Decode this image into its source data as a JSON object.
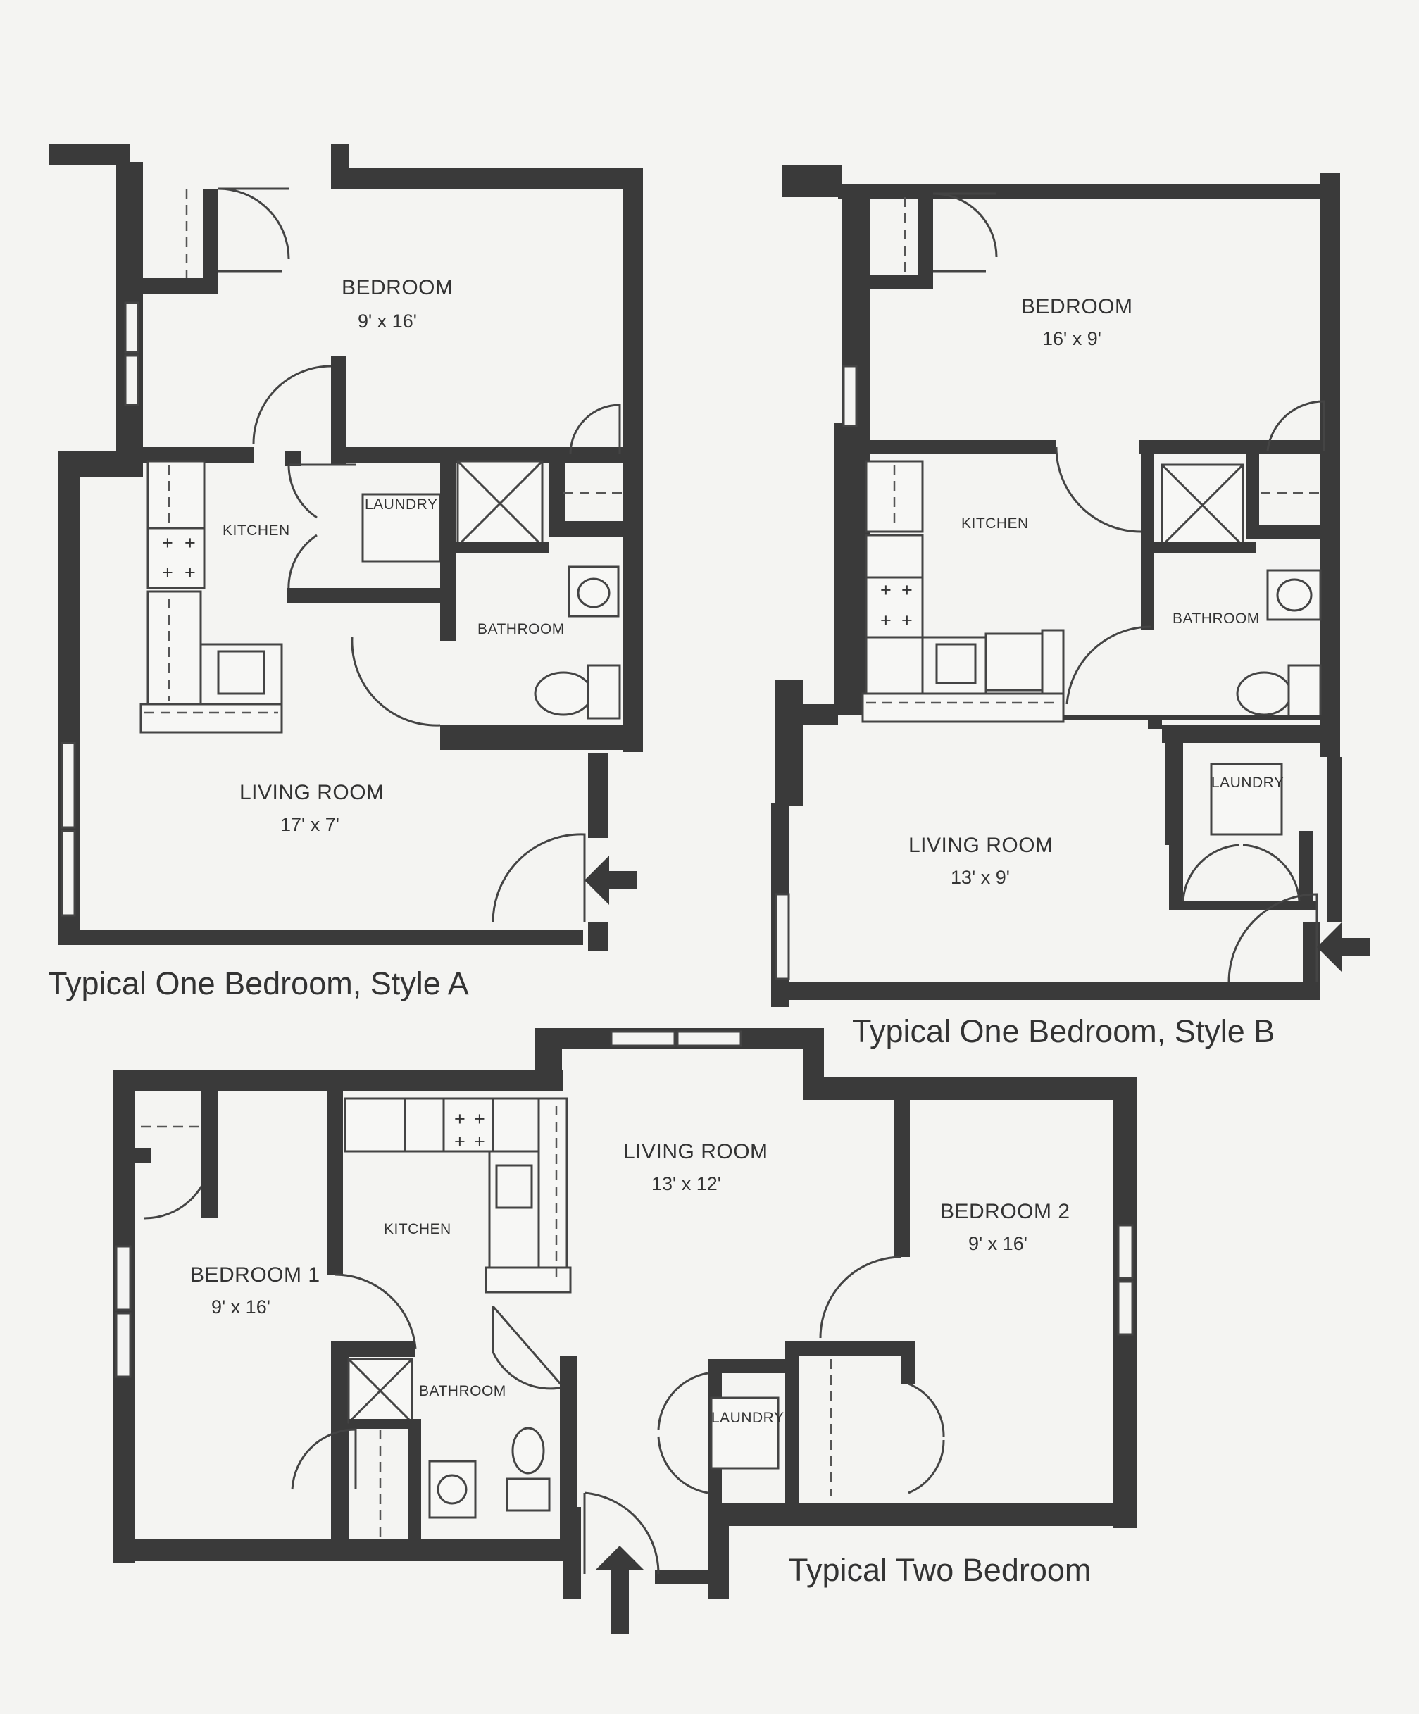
{
  "plans": [
    {
      "caption": "Typical One Bedroom, Style A",
      "rooms": {
        "bedroom": {
          "label": "BEDROOM",
          "dims": "9' x 16'"
        },
        "kitchen": {
          "label": "KITCHEN"
        },
        "laundry": {
          "label": "LAUNDRY"
        },
        "bathroom": {
          "label": "BATHROOM"
        },
        "living": {
          "label": "LIVING ROOM",
          "dims": "17' x 7'"
        }
      }
    },
    {
      "caption": "Typical One Bedroom, Style B",
      "rooms": {
        "bedroom": {
          "label": "BEDROOM",
          "dims": "16' x 9'"
        },
        "kitchen": {
          "label": "KITCHEN"
        },
        "bathroom": {
          "label": "BATHROOM"
        },
        "laundry": {
          "label": "LAUNDRY"
        },
        "living": {
          "label": "LIVING ROOM",
          "dims": "13' x 9'"
        }
      }
    },
    {
      "caption": "Typical Two Bedroom",
      "rooms": {
        "living": {
          "label": "LIVING ROOM",
          "dims": "13' x 12'"
        },
        "kitchen": {
          "label": "KITCHEN"
        },
        "bedroom1": {
          "label": "BEDROOM 1",
          "dims": "9' x 16'"
        },
        "bedroom2": {
          "label": "BEDROOM 2",
          "dims": "9' x 16'"
        },
        "bathroom": {
          "label": "BATHROOM"
        },
        "laundry": {
          "label": "LAUNDRY"
        }
      }
    }
  ],
  "colors": {
    "wall": "#3a3a3a",
    "paper": "#f4f4f2",
    "ink": "#333333"
  },
  "icons": [
    "entry-arrow-icon",
    "door-swing-icon",
    "stove-icon",
    "sink-icon",
    "toilet-icon",
    "shower-icon",
    "window-icon"
  ]
}
